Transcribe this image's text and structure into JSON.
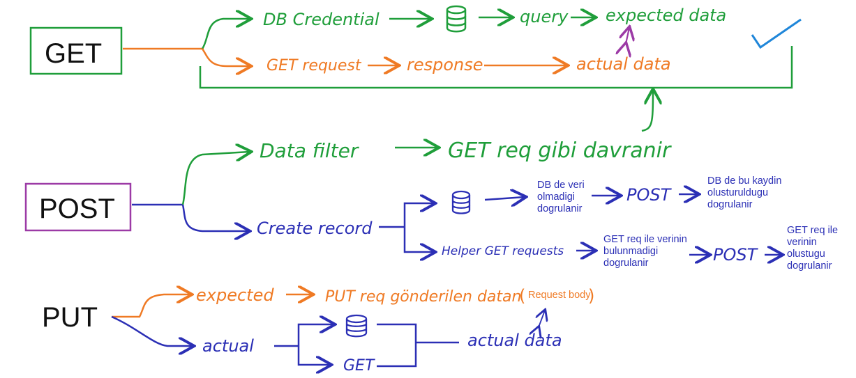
{
  "colors": {
    "green": "#1f9e3a",
    "orange": "#ef7a24",
    "blue": "#2b2fb5",
    "purple": "#9c3aa6",
    "check": "#1f86d9",
    "black": "#111111"
  },
  "get": {
    "box_label": "GET",
    "db_credential": "DB Credential",
    "query": "query",
    "expected_data": "expected data",
    "get_request": "GET request",
    "response": "response",
    "actual_data": "actual data"
  },
  "post": {
    "box_label": "POST",
    "data_filter": "Data filter",
    "get_req_gibi": "GET req gibi davranir",
    "create_record": "Create record",
    "db_check": [
      "DB de veri",
      "olmadigi",
      "dogrulanir"
    ],
    "post_label_1": "POST",
    "db_created": [
      "DB de bu kaydin",
      "olusturuldugu",
      "dogrulanir"
    ],
    "helper_get": "Helper GET requests",
    "get_not_found": [
      "GET req ile verinin",
      "bulunmadigi",
      "dogrulanir"
    ],
    "post_label_2": "POST",
    "get_created": [
      "GET req ile",
      "verinin",
      "olustugu",
      "dogrulanir"
    ]
  },
  "put": {
    "box_label": "PUT",
    "expected": "expected",
    "put_req_data": "PUT req gönderilen datan",
    "request_body": "Request body",
    "actual": "actual",
    "get_label": "GET",
    "actual_data": "actual data"
  }
}
